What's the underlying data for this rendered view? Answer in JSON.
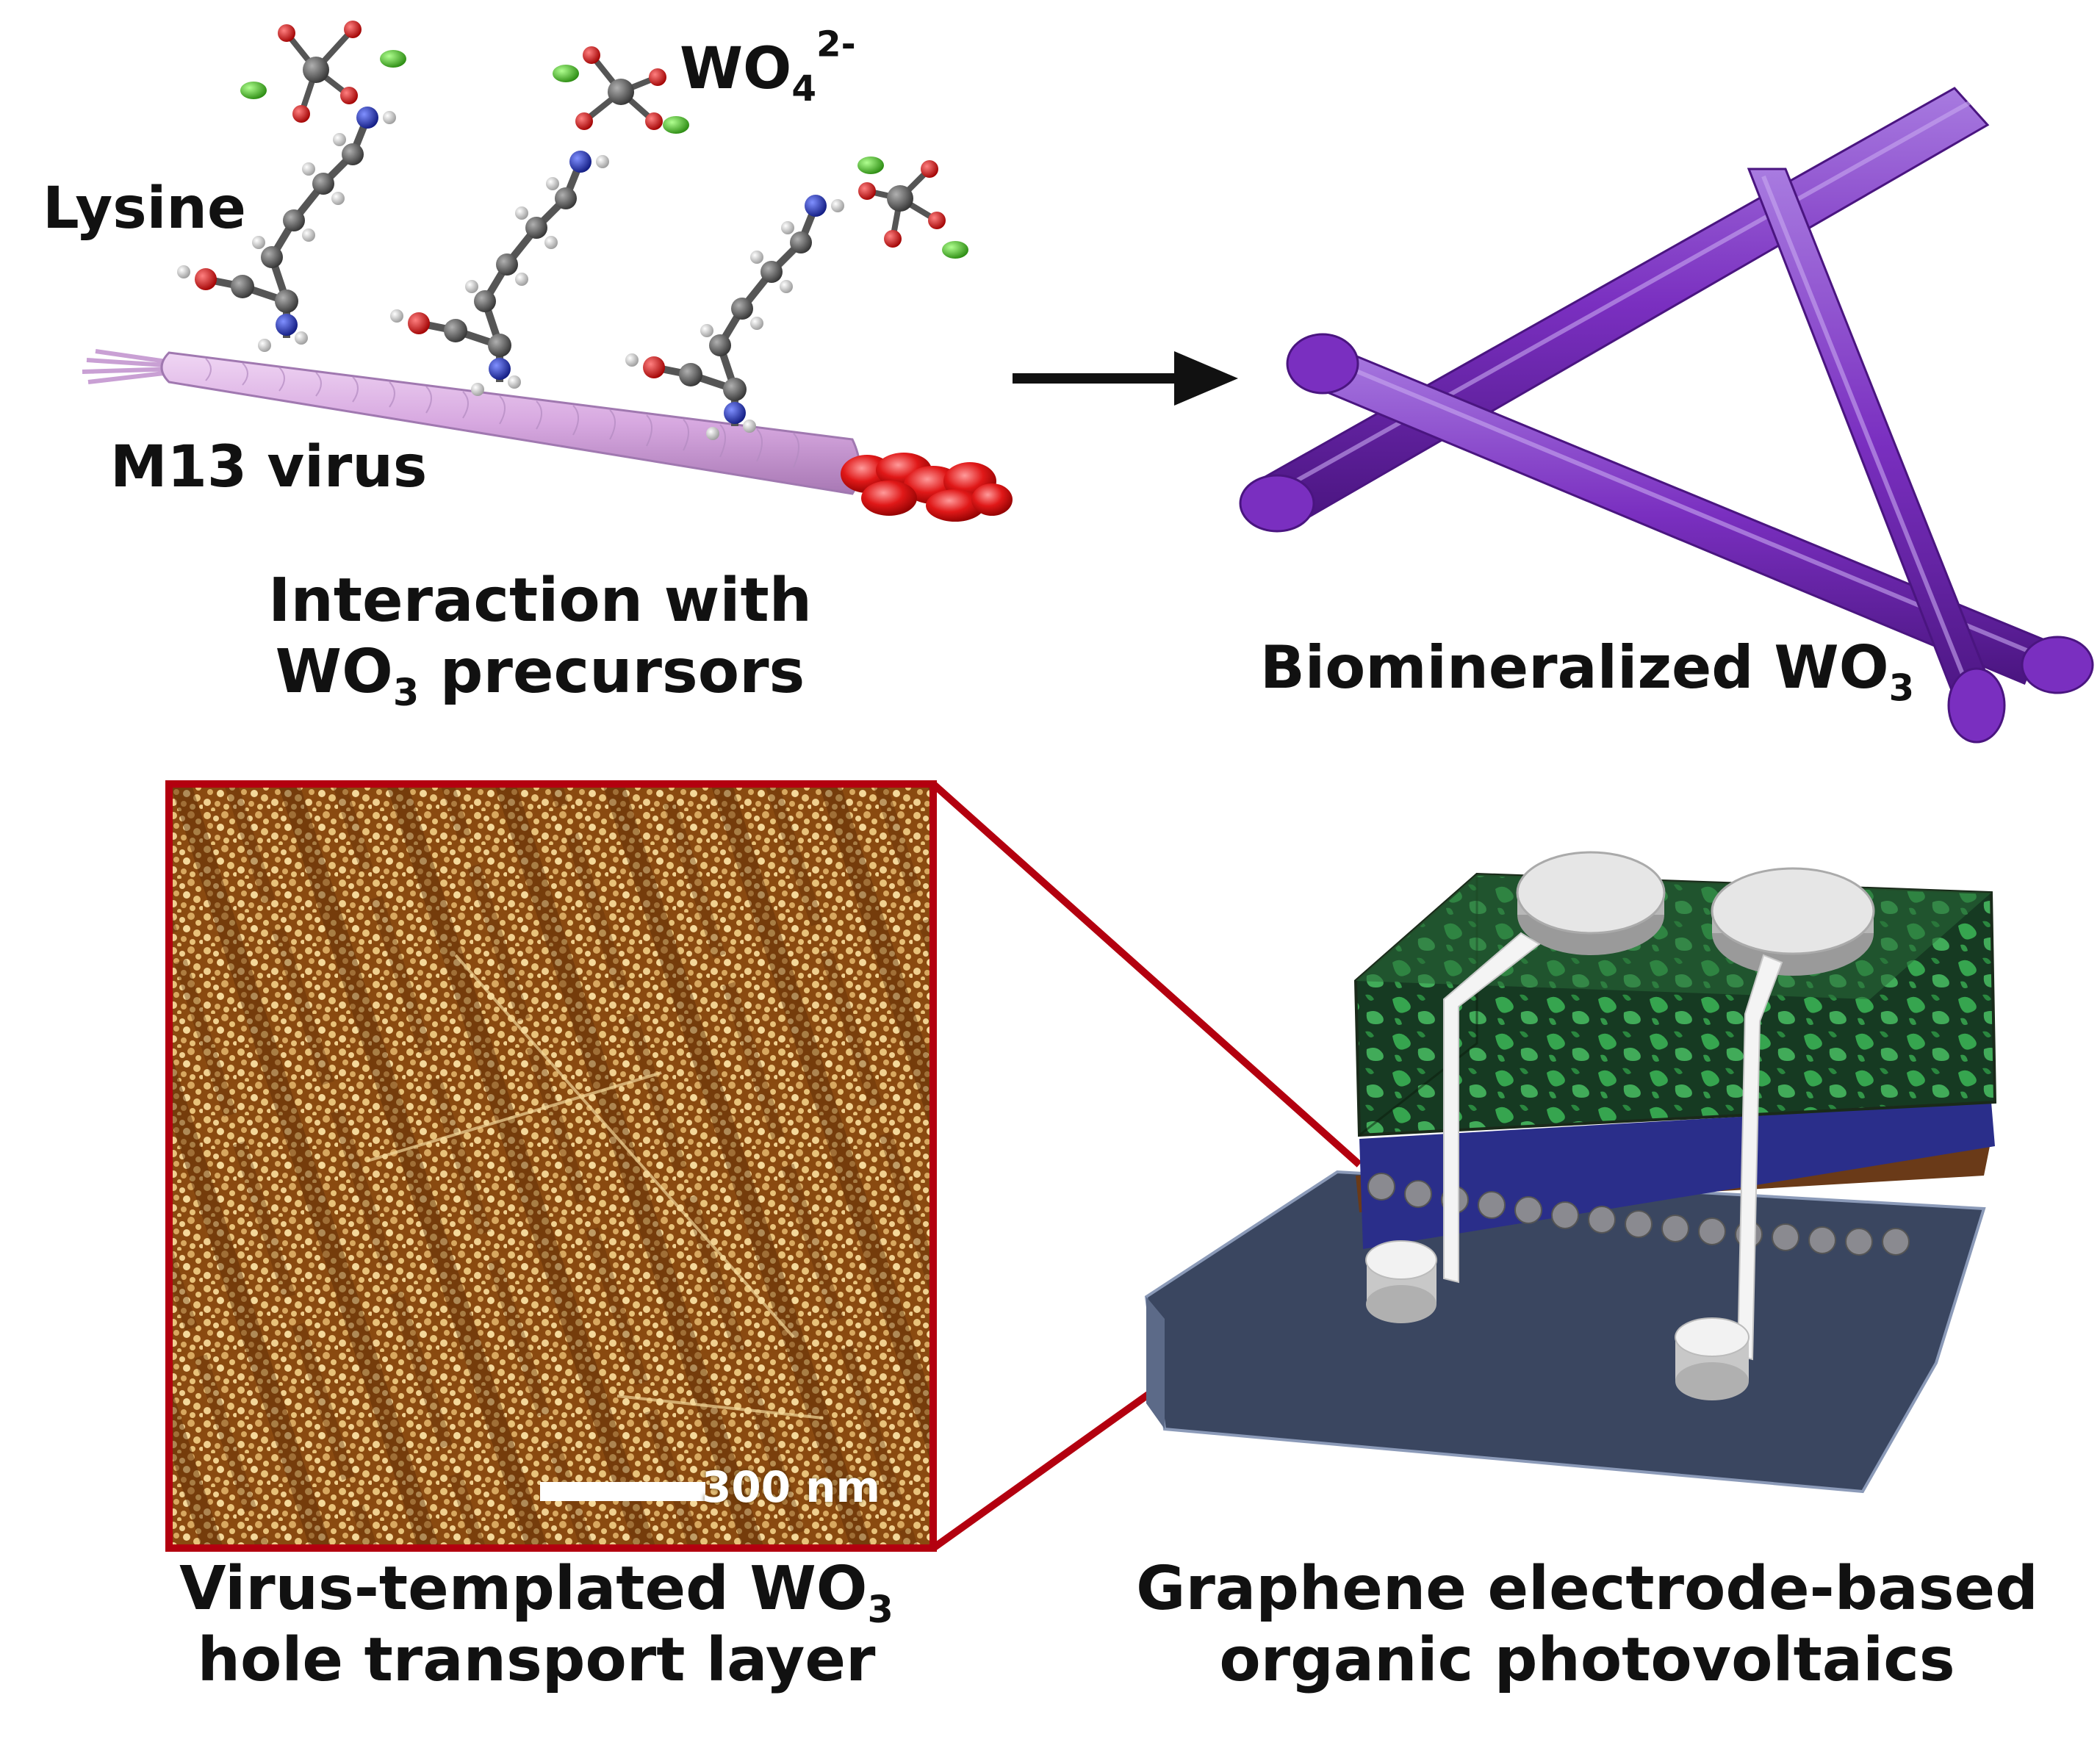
{
  "labels": {
    "lysine": "Lysine",
    "wo4_base": "WO",
    "wo4_sub": "4",
    "wo4_sup": "2-",
    "m13": "M13 virus",
    "interaction_line1": "Interaction with",
    "interaction_line2_a": "WO",
    "interaction_line2_sub": "3",
    "interaction_line2_b": " precursors",
    "biomin_a": "Biomineralized WO",
    "biomin_sub": "3",
    "virus_line1_a": "Virus-templated WO",
    "virus_line1_sub": "3",
    "virus_line2": "hole transport layer",
    "graphene_line1": "Graphene electrode-based",
    "graphene_line2": "organic photovoltaics",
    "scalebar": "300 nm"
  },
  "colors": {
    "virus_body": "#d7a8e0",
    "virus_tip": "#e01818",
    "biomineralized": "#7a2fc0",
    "afm_frame": "#b3000f",
    "afm_base": "#8a4a10",
    "afm_grain": "#e8c27a",
    "arrow": "#111111",
    "oxygen": "#d01010",
    "chlorine": "#48c020",
    "nitrogen": "#2030c0",
    "carbon": "#606060",
    "hydrogen": "#e6e6e6",
    "device_green": "#2a6a38",
    "device_blue": "#2a2e8a",
    "device_substrate": "#3a4660",
    "electrode": "#d8d8d8"
  }
}
